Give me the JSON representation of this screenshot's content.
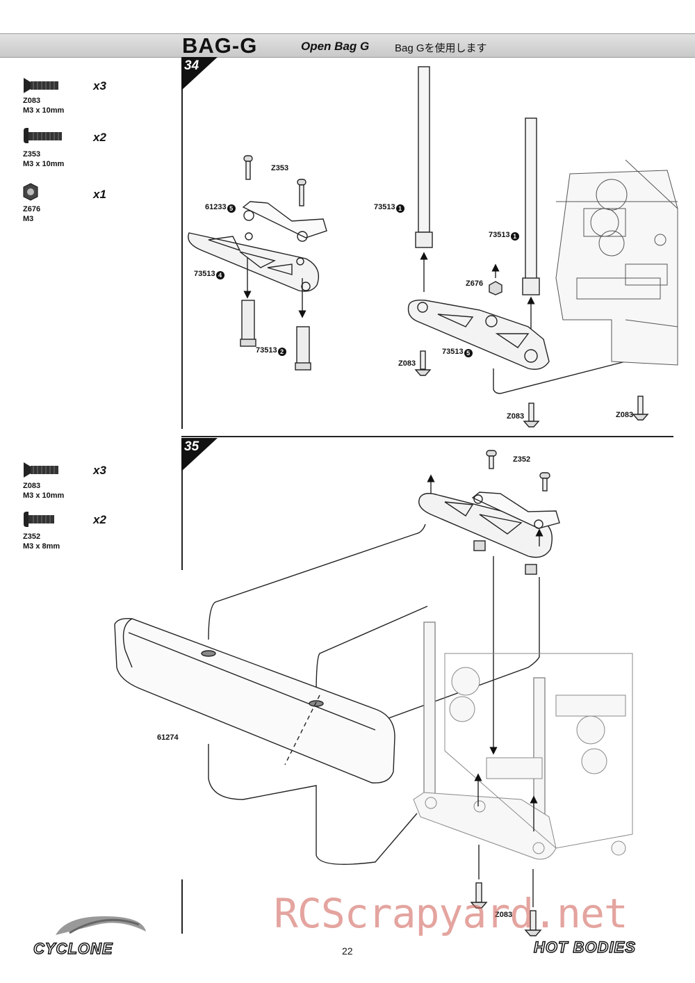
{
  "header": {
    "bag": "BAG-G",
    "open": "Open Bag G",
    "jp": "Bag Gを使用します"
  },
  "steps": [
    {
      "number": "34",
      "parts": [
        {
          "code": "Z083",
          "size": "M3 x 10mm",
          "qty": "x3"
        },
        {
          "code": "Z353",
          "size": "M3 x 10mm",
          "qty": "x2"
        },
        {
          "code": "Z676",
          "size": "M3",
          "qty": "x1"
        }
      ],
      "labels": {
        "z353": "Z353",
        "p61233": "61233",
        "p61233_idx": "5",
        "p73513_4": "73513",
        "idx4": "4",
        "p73513_2": "73513",
        "idx2": "2",
        "p73513_1a": "73513",
        "idx1a": "1",
        "p73513_1b": "73513",
        "idx1b": "1",
        "z676": "Z676",
        "z083_a": "Z083",
        "p73513_5": "73513",
        "idx5": "5",
        "z083_b": "Z083",
        "z083_c": "Z083"
      }
    },
    {
      "number": "35",
      "parts": [
        {
          "code": "Z083",
          "size": "M3 x 10mm",
          "qty": "x3"
        },
        {
          "code": "Z352",
          "size": "M3 x 8mm",
          "qty": "x2"
        }
      ],
      "labels": {
        "z352": "Z352",
        "p61274": "61274",
        "z083": "Z083"
      }
    }
  ],
  "footer": {
    "page": "22",
    "logo_left": "CYCLONE",
    "logo_right": "HOT BODIES",
    "watermark": "RCScrapyard.net"
  }
}
